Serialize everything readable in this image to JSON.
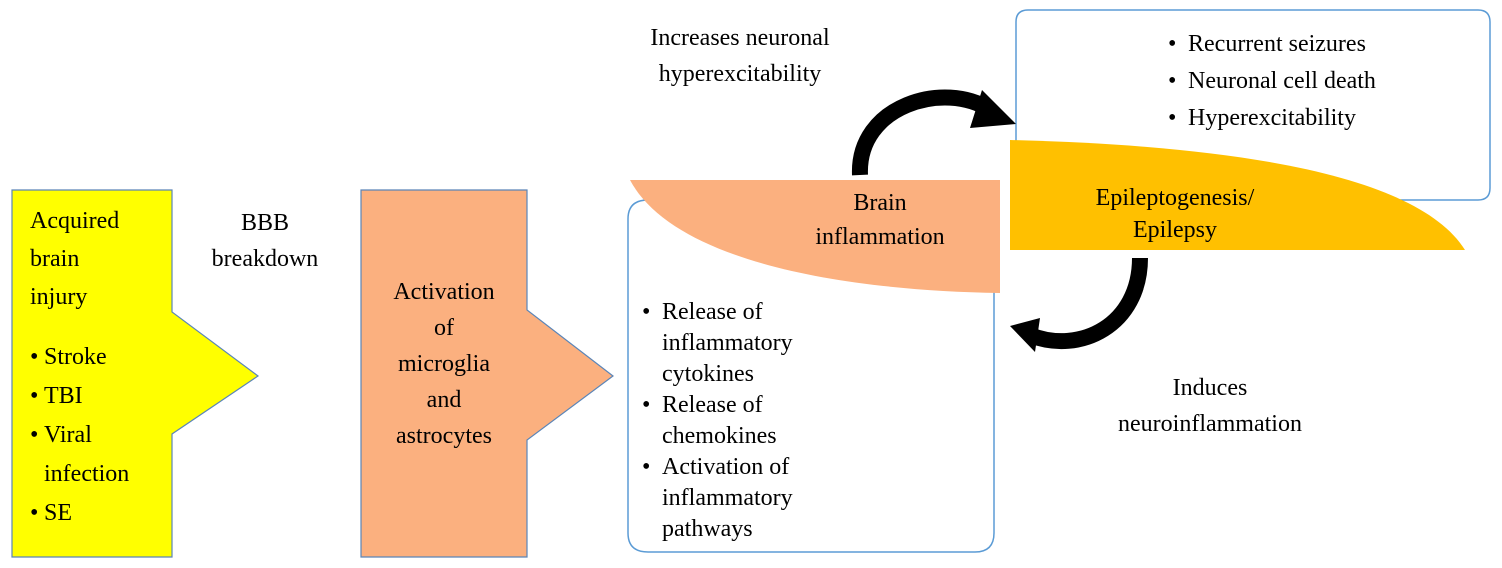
{
  "injury": {
    "title_lines": [
      "Acquired",
      "brain",
      "injury"
    ],
    "items": [
      "Stroke",
      "TBI",
      "Viral",
      "infection",
      "SE"
    ]
  },
  "bbb_lines": [
    "BBB",
    "breakdown"
  ],
  "activation_lines": [
    "Activation",
    "of",
    "microglia",
    "and",
    "astrocytes"
  ],
  "inflammation": {
    "title_lines": [
      "Brain",
      "inflammation"
    ],
    "items": [
      {
        "lines": [
          "Release of",
          "inflammatory",
          "cytokines"
        ]
      },
      {
        "lines": [
          "Release of",
          "chemokines"
        ]
      },
      {
        "lines": [
          "Activation of",
          "inflammatory",
          "pathways"
        ]
      }
    ]
  },
  "epilepsy_lines": [
    "Epileptogenesis/",
    "Epilepsy"
  ],
  "outcomes": [
    "Recurrent seizures",
    "Neuronal cell death",
    "Hyperexcitability"
  ],
  "top_label_lines": [
    "Increases neuronal",
    "hyperexcitability"
  ],
  "bottom_label_lines": [
    "Induces",
    "neuroinflammation"
  ],
  "colors": {
    "injury_fill": "#ffff00",
    "activation_fill": "#fbb07f",
    "epilepsy_fill": "#ffc000",
    "box_border": "#5b9bd5",
    "arrow_border": "#5a85b8",
    "cycle_arrow": "#000000"
  }
}
